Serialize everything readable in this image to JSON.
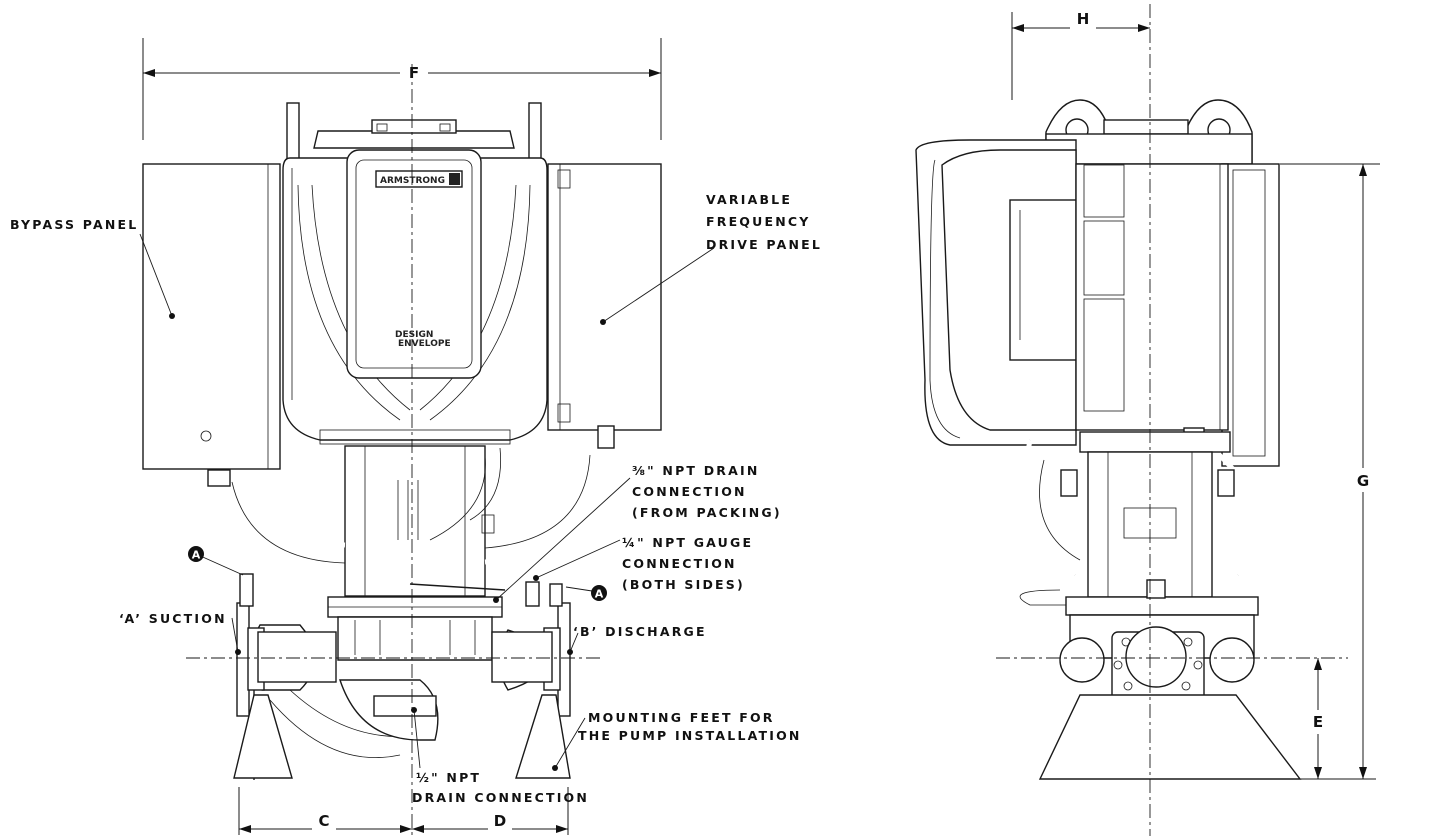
{
  "dimensions": {
    "F": "F",
    "H": "H",
    "G": "G",
    "E": "E",
    "C": "C",
    "D": "D"
  },
  "callouts": {
    "bypass_panel": "BYPASS PANEL",
    "vfd_panel_1": "VARIABLE",
    "vfd_panel_2": "FREQUENCY",
    "vfd_panel_3": "DRIVE PANEL",
    "drain_38_1": "⅜\" NPT DRAIN",
    "drain_38_2": "CONNECTION",
    "drain_38_3": "(FROM PACKING)",
    "gauge_14_1": "¼\" NPT GAUGE",
    "gauge_14_2": "CONNECTION",
    "gauge_14_3": "(BOTH SIDES)",
    "suction": "‘A’ SUCTION",
    "discharge": "‘B’ DISCHARGE",
    "feet_1": "MOUNTING FEET FOR",
    "feet_2": "THE PUMP INSTALLATION",
    "drain_12_1": "½\" NPT",
    "drain_12_2": "DRAIN CONNECTION",
    "marker": "A"
  },
  "logos": {
    "brand": "ARMSTRONG",
    "design_1": "DESIGN",
    "design_2": "ENVELOPE"
  }
}
